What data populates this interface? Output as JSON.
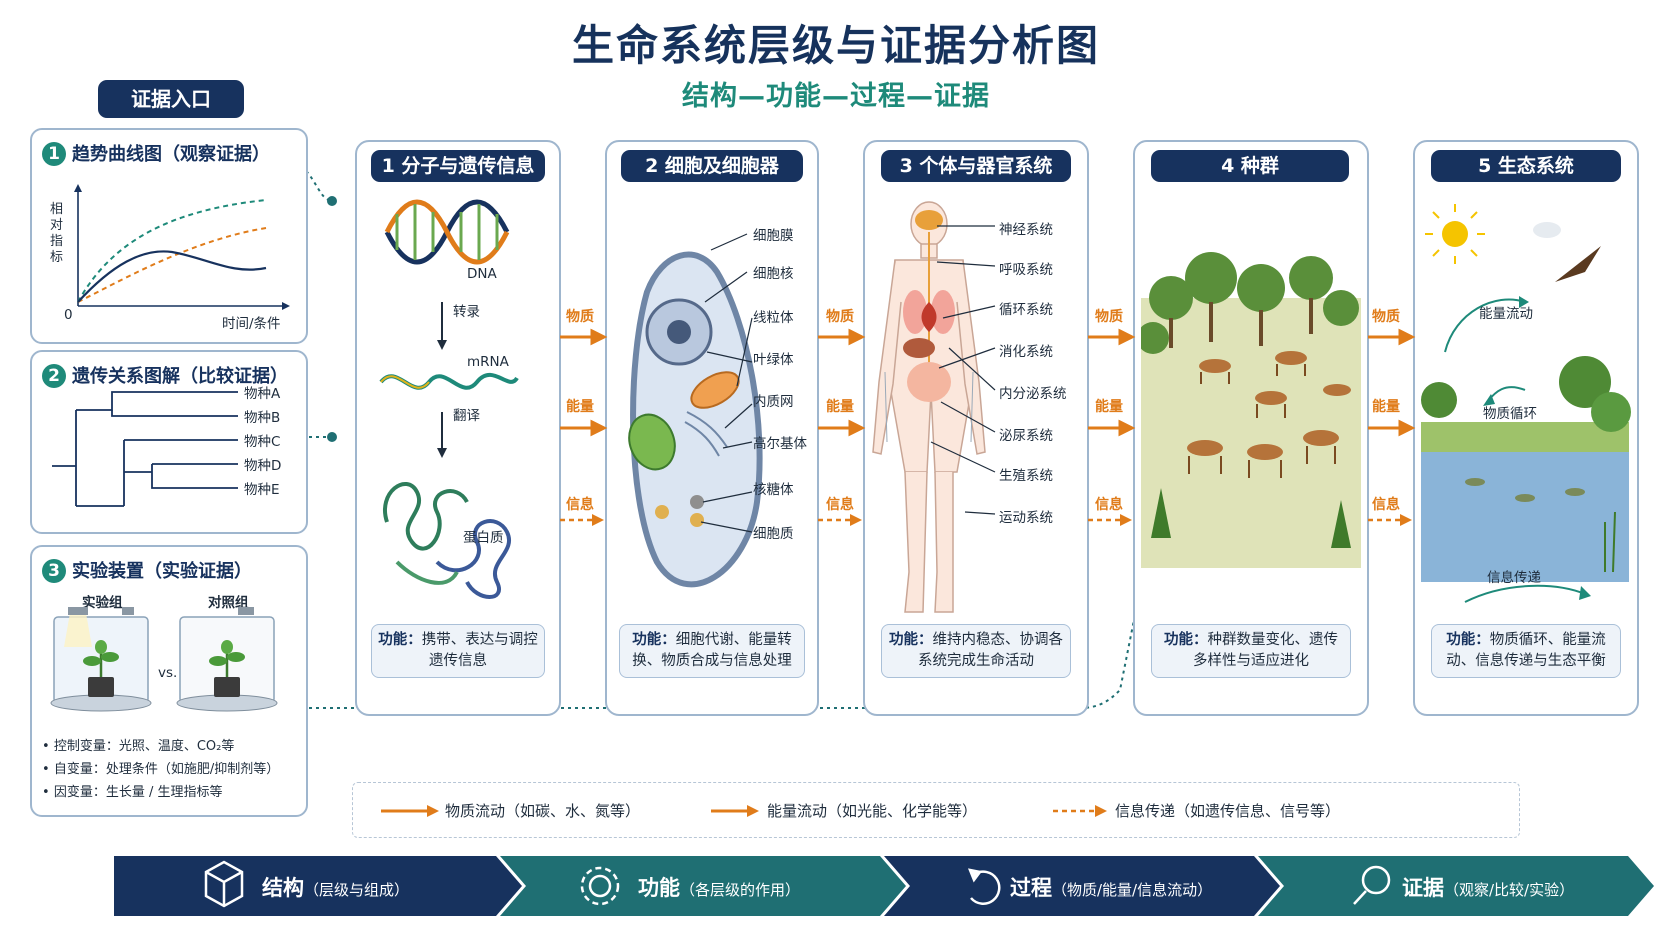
{
  "title": "生命系统层级与证据分析图",
  "subtitle": "结构—功能—过程—证据",
  "evidence_entry": "证据入口",
  "evidence": [
    {
      "num": "1",
      "title": "趋势曲线图（观察证据）",
      "y_label": "相对指标",
      "origin": "0",
      "x_label": "时间/条件"
    },
    {
      "num": "2",
      "title": "遗传关系图解（比较证据）",
      "species": [
        "物种A",
        "物种B",
        "物种C",
        "物种D",
        "物种E"
      ]
    },
    {
      "num": "3",
      "title": "实验装置（实验证据）",
      "group_exp": "实验组",
      "group_ctrl": "对照组",
      "vs": "vs.",
      "bullets": [
        "控制变量：光照、温度、CO₂等",
        "自变量：处理条件（如施肥/抑制剂等）",
        "因变量：生长量 / 生理指标等"
      ]
    }
  ],
  "levels": [
    {
      "head": "1 分子与遗传信息",
      "labels": {
        "dna": "DNA",
        "transcribe": "转录",
        "mrna": "mRNA",
        "translate": "翻译",
        "protein": "蛋白质"
      },
      "func_label": "功能：",
      "func_text": "携带、表达与调控遗传信息"
    },
    {
      "head": "2 细胞及细胞器",
      "organelles": [
        "细胞膜",
        "细胞核",
        "线粒体",
        "叶绿体",
        "内质网",
        "高尔基体",
        "核糖体",
        "细胞质"
      ],
      "func_label": "功能：",
      "func_text": "细胞代谢、能量转换、物质合成与信息处理"
    },
    {
      "head": "3 个体与器官系统",
      "systems": [
        "神经系统",
        "呼吸系统",
        "循环系统",
        "消化系统",
        "内分泌系统",
        "泌尿系统",
        "生殖系统",
        "运动系统"
      ],
      "func_label": "功能：",
      "func_text": "维持内稳态、协调各系统完成生命活动"
    },
    {
      "head": "4 种群",
      "func_label": "功能：",
      "func_text": "种群数量变化、遗传多样性与适应进化"
    },
    {
      "head": "5 生态系统",
      "labels": {
        "energy": "能量流动",
        "matter": "物质循环",
        "info": "信息传递"
      },
      "func_label": "功能：",
      "func_text": "物质循环、能量流动、信息传递与生态平衡"
    }
  ],
  "flow_labels": [
    "物质",
    "能量",
    "信息"
  ],
  "legend": [
    {
      "text": "物质流动（如碳、水、氮等）"
    },
    {
      "text": "能量流动（如光能、化学能等）"
    },
    {
      "text": "信息传递（如遗传信息、信号等）"
    }
  ],
  "bottom": [
    {
      "big": "结构",
      "small": "（层级与组成）",
      "icon": "cube-icon",
      "color": "#17325e"
    },
    {
      "big": "功能",
      "small": "（各层级的作用）",
      "icon": "gear-icon",
      "color": "#1f6f73"
    },
    {
      "big": "过程",
      "small": "（物质/能量/信息流动）",
      "icon": "cycle-icon",
      "color": "#17325e"
    },
    {
      "big": "证据",
      "small": "（观察/比较/实验）",
      "icon": "search-icon",
      "color": "#1f6f73"
    }
  ],
  "colors": {
    "navy": "#17325e",
    "teal": "#1e8a7a",
    "orange": "#e07c1a"
  }
}
